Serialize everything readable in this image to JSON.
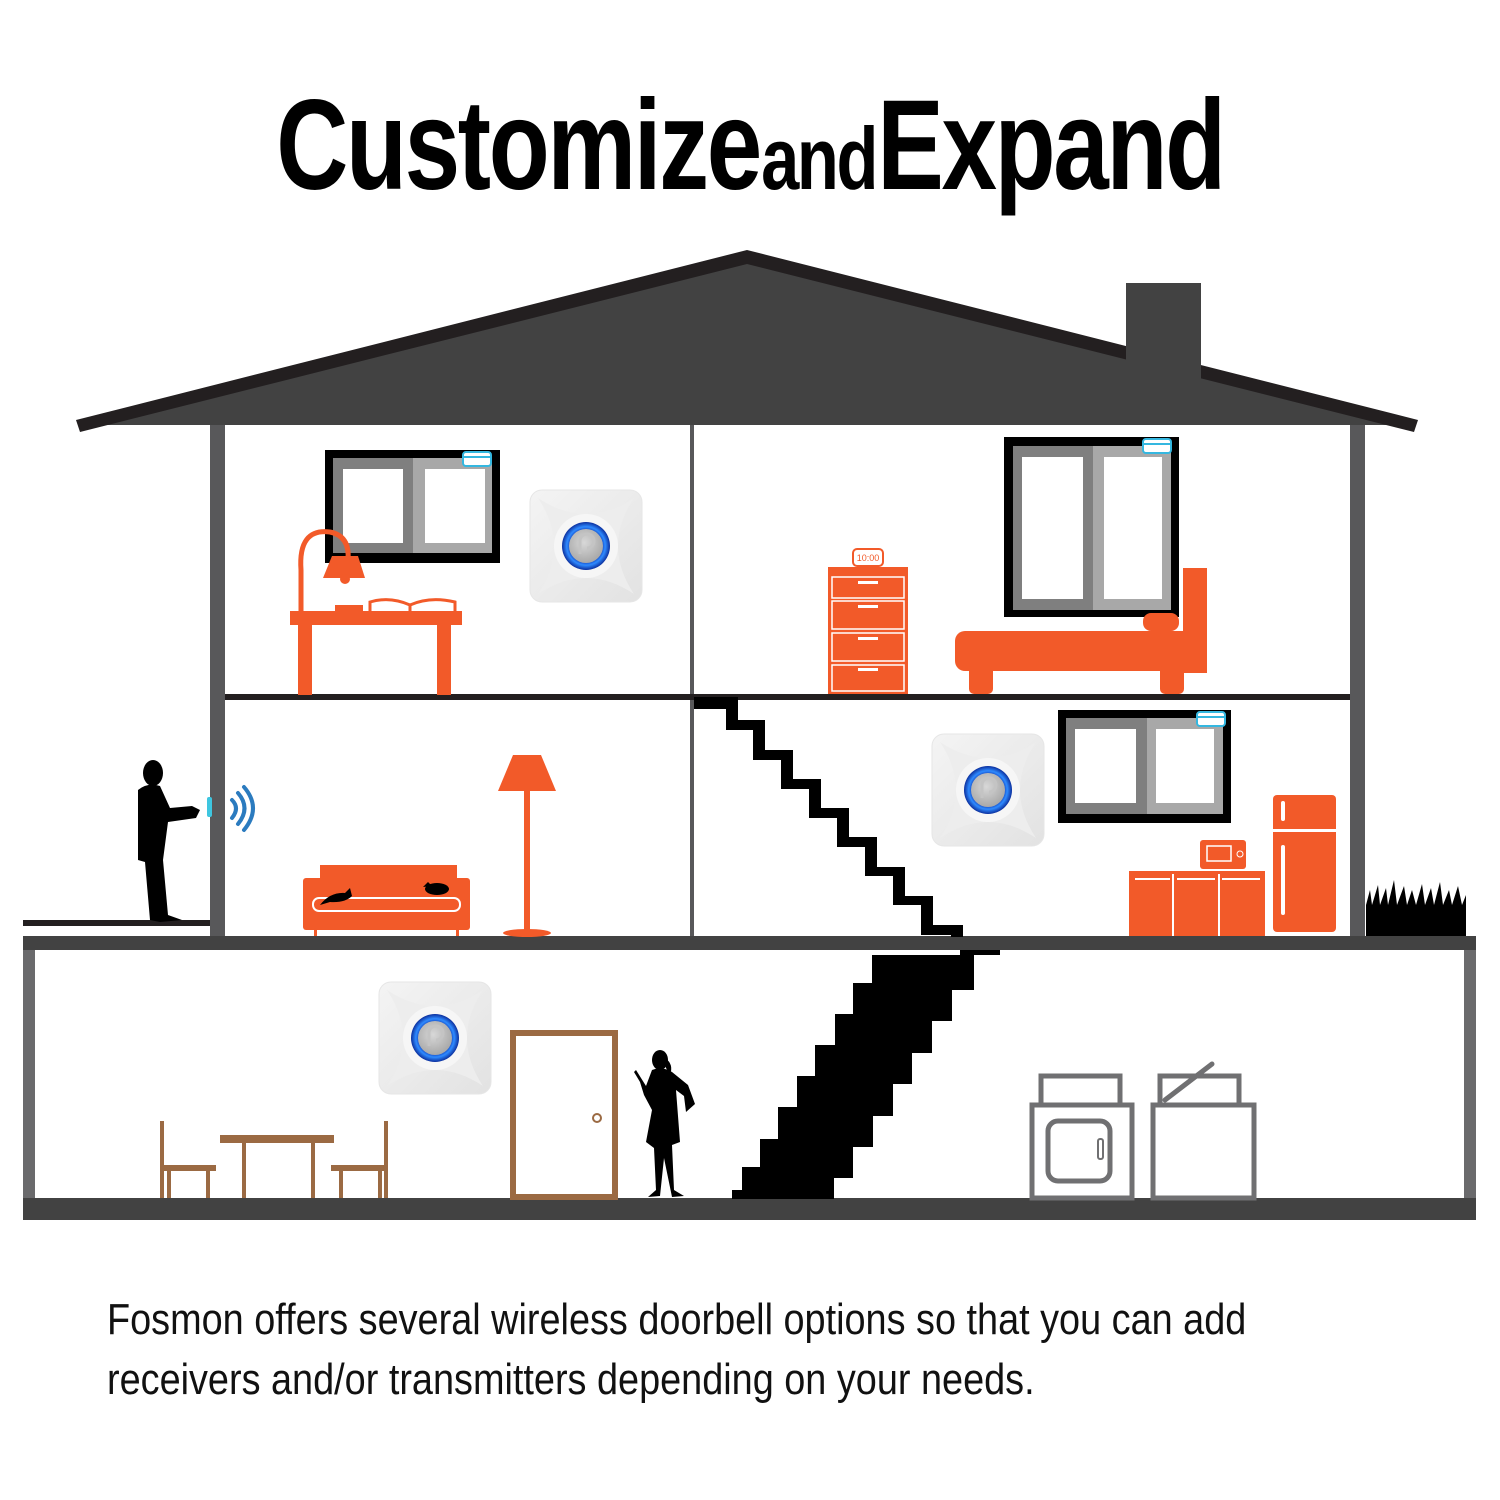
{
  "header": {
    "title_part1": "Customize",
    "title_part2": "and",
    "title_part3": "Expand"
  },
  "illustration": {
    "alarm_clock_time": "10:00",
    "rooms": [
      {
        "name": "study",
        "items": [
          "desk",
          "desk-lamp",
          "open-book",
          "window",
          "doorbell-receiver"
        ]
      },
      {
        "name": "bedroom",
        "items": [
          "dresser",
          "alarm-clock",
          "window",
          "bed"
        ]
      },
      {
        "name": "living-room",
        "items": [
          "sofa",
          "cats",
          "floor-lamp"
        ]
      },
      {
        "name": "kitchen",
        "items": [
          "doorbell-receiver",
          "window",
          "counter-cabinets",
          "microwave",
          "refrigerator"
        ]
      },
      {
        "name": "basement",
        "items": [
          "doorbell-receiver",
          "dining-table",
          "chairs",
          "door",
          "woman-with-phone",
          "washer",
          "dryer"
        ]
      }
    ],
    "colors": {
      "roof": "#424242",
      "roof_edge": "#231f20",
      "wall": "#58585a",
      "furniture_orange": "#f25a29",
      "furniture_brown": "#9b6a43",
      "appliance_gray": "#707072",
      "signal_blue": "#2b7bbf",
      "led_blue": "#1a55d6"
    }
  },
  "caption": {
    "line1": "Fosmon offers several wireless doorbell options so that you can add",
    "line2": "receivers and/or transmitters depending on your needs."
  }
}
